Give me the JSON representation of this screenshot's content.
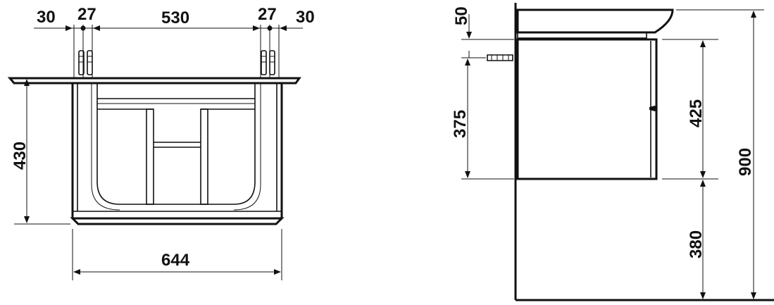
{
  "front_view": {
    "dims": {
      "margin_left": "30",
      "pin_left": "27",
      "bracket_span": "530",
      "pin_right": "27",
      "margin_right": "30",
      "height": "430",
      "width": "644"
    }
  },
  "side_view": {
    "dims": {
      "top_offset": "50",
      "bracket_height": "375",
      "cabinet_height": "425",
      "floor_clearance": "380",
      "total_height": "900"
    }
  },
  "colors": {
    "line": "#111111",
    "background": "#ffffff"
  }
}
